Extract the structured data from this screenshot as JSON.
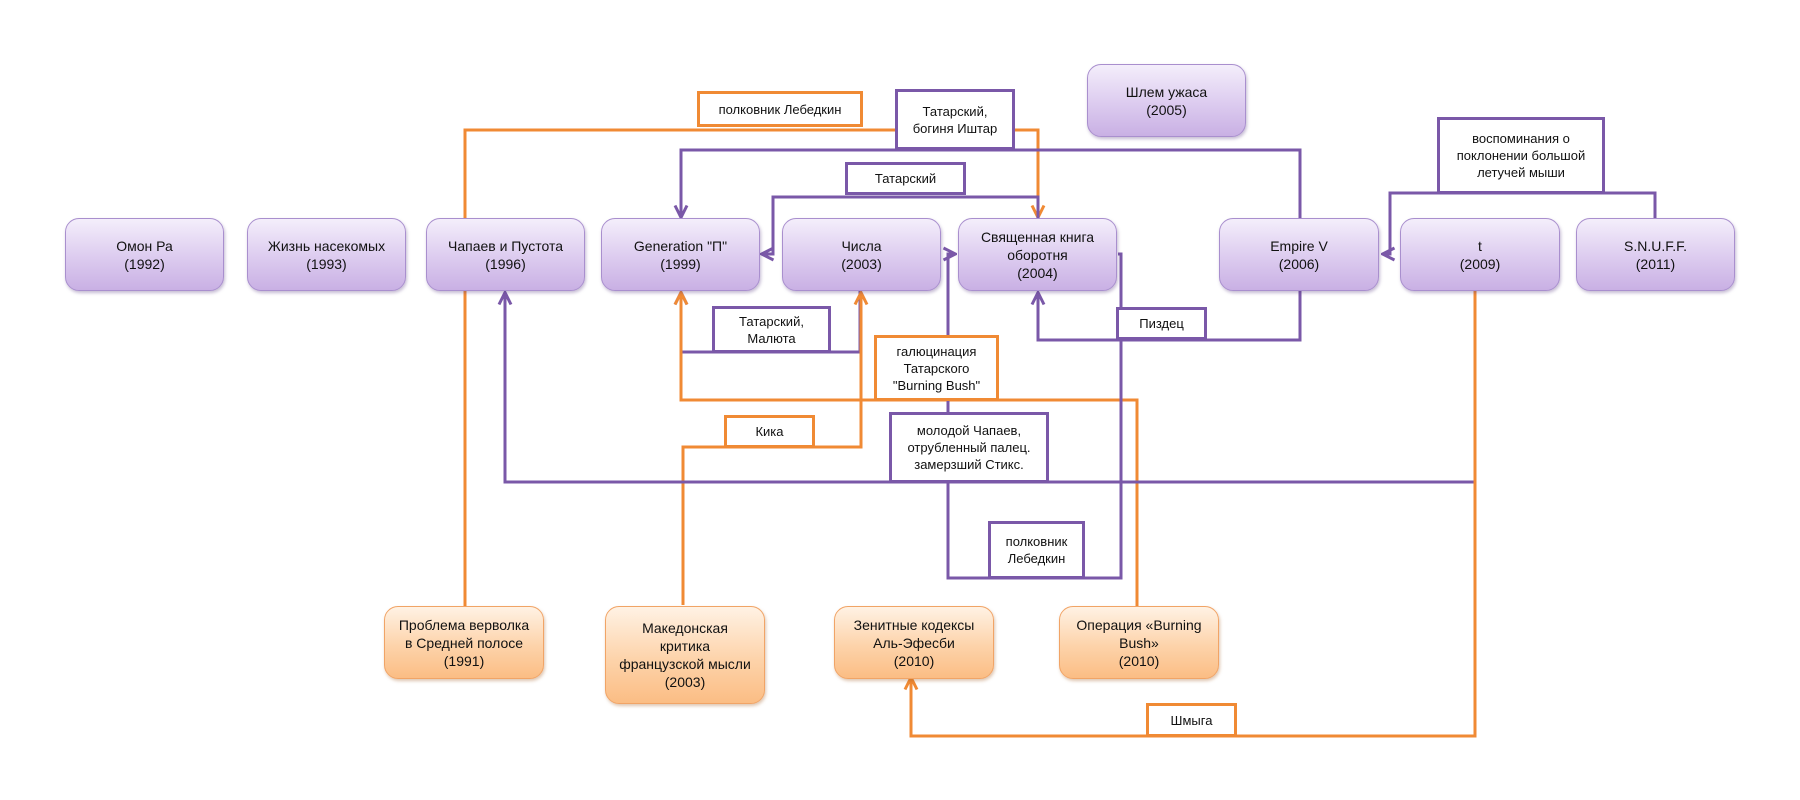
{
  "colors": {
    "purple": "#7a58a8",
    "orange": "#f08a34"
  },
  "novels": {
    "omon_ra": "Омон Ра\n(1992)",
    "zhizn": "Жизнь насекомых\n(1993)",
    "chapaev": "Чапаев и Пустота\n(1996)",
    "gen_p": "Generation \"П\"\n(1999)",
    "chisla": "Числа\n(2003)",
    "svyashchennaya": "Священная книга\nоборотня\n(2004)",
    "shlem": "Шлем ужаса\n(2005)",
    "empire_v": "Empire V\n(2006)",
    "t": "t\n(2009)",
    "snuff": "S.N.U.F.F.\n(2011)"
  },
  "stories": {
    "problema": "Проблема верволка\nв Средней полосе\n(1991)",
    "makedonskaya": "Македонская\nкритика\nфранцузской мысли\n(2003)",
    "zenitnye": "Зенитные кодексы\nАль-Эфесби\n(2010)",
    "operaciya": "Операция «Burning\nBush»\n(2010)"
  },
  "links": {
    "polkovnik_top": "полковник Лебедкин",
    "tatarsky_ishtar": "Татарский,\nбогиня Иштар",
    "vospominaniya": "воспоминания о\nпоклонении большой\nлетучей мыши",
    "tatarsky": "Татарский",
    "tatarsky_malyuta": "Татарский,\nМалюта",
    "pizdec": "Пиздец",
    "gallyucinaciya": "галюцинация\nТатарского\n\"Burning Bush\"",
    "kika": "Кика",
    "molodoy_chapaev": "молодой Чапаев,\nотрубленный палец.\nзамерзший Стикс.",
    "polkovnik_bottom": "полковник\nЛебедкин",
    "shmyga": "Шмыга"
  }
}
